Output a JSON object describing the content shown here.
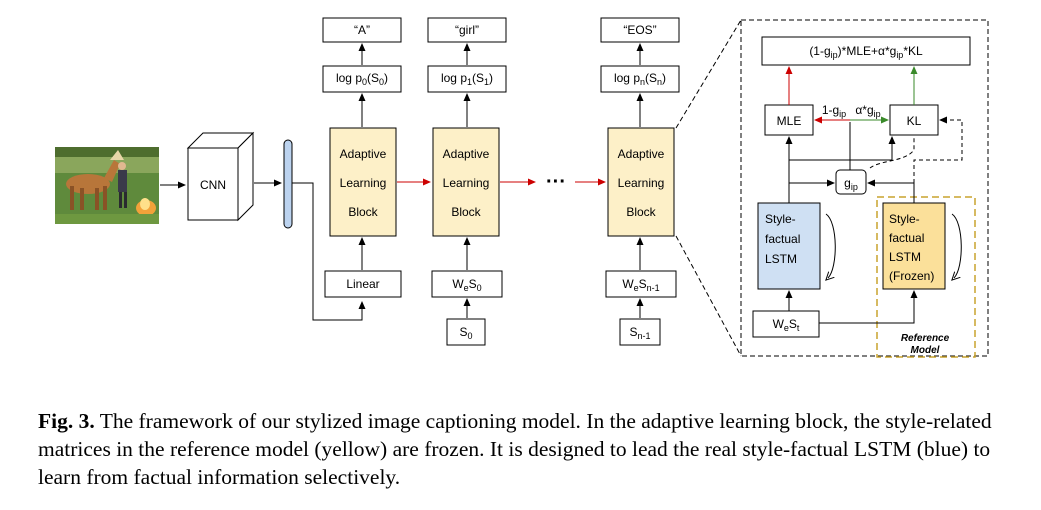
{
  "diagram": {
    "cnn_label": "CNN",
    "linear_label": "Linear",
    "outputs": [
      "“A”",
      "“girl”",
      "“EOS”"
    ],
    "log_probs": [
      {
        "text": "log p",
        "sub1": "0",
        "mid": "(S",
        "sub2": "0",
        "end": ")"
      },
      {
        "text": "log p",
        "sub1": "1",
        "mid": "(S",
        "sub2": "1",
        "end": ")"
      },
      {
        "text": "log p",
        "sub1": "n",
        "mid": "(S",
        "sub2": "n",
        "end": ")"
      }
    ],
    "block_label_lines": [
      "Adaptive",
      "Learning",
      "Block"
    ],
    "ellipsis": "···",
    "embeddings": [
      {
        "text": "W",
        "sub1": "e",
        "mid": "S",
        "sub2": "0"
      },
      {
        "text": "W",
        "sub1": "e",
        "mid": "S",
        "sub2": "n-1"
      }
    ],
    "tokens": [
      {
        "text": "S",
        "sub": "0"
      },
      {
        "text": "S",
        "sub": "n-1"
      }
    ]
  },
  "detail": {
    "objective": {
      "p1": "(1-g",
      "s1": "ip",
      "p2": ")*MLE+α*g",
      "s2": "ip",
      "p3": "*KL"
    },
    "mle_label": "MLE",
    "kl_label": "KL",
    "weight_mle": {
      "text": "1-g",
      "sub": "ip"
    },
    "weight_kl": {
      "text": "α*g",
      "sub": "ip"
    },
    "gate": {
      "text": "g",
      "sub": "ip"
    },
    "style_lstm_lines": [
      "Style-",
      "factual",
      "LSTM"
    ],
    "frozen_lstm_lines": [
      "Style-",
      "factual",
      "LSTM",
      "(Frozen)"
    ],
    "input": {
      "text": "W",
      "sub1": "e",
      "mid": "S",
      "sub2": "t"
    },
    "reference_label_lines": [
      "Reference",
      "Model"
    ]
  },
  "caption": {
    "label": "Fig. 3.",
    "text": " The framework of our stylized image captioning model. In the adaptive learning block, the style-related matrices in the reference model (yellow) are frozen. It is designed to lead the real style-factual LSTM (blue) to learn from factual information selectively."
  },
  "colors": {
    "block_fill": "#fdf0c8",
    "lstm_fill": "#cfe0f3",
    "frozen_fill": "#fbe09a",
    "reference_border": "#c9a32e",
    "arrow_red": "#cc0000",
    "arrow_green": "#3a8a2a"
  }
}
